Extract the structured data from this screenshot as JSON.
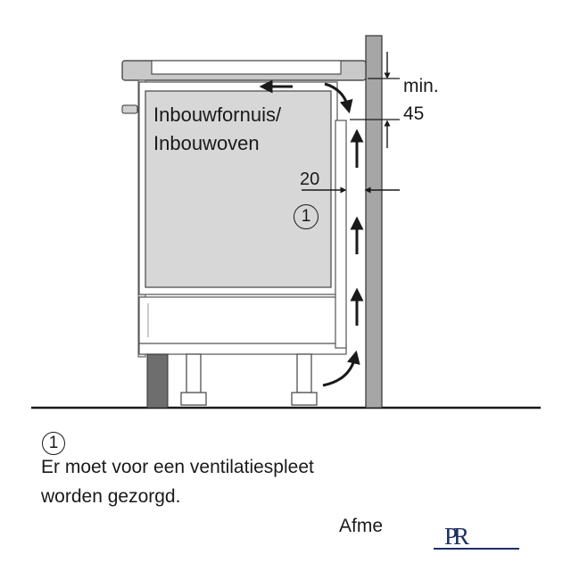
{
  "labels": {
    "oven_line_1": "Inbouwfornuis/",
    "oven_line_2": "Inbouwoven",
    "gap_value": "20",
    "callout": "1",
    "min_label": "min.",
    "min_value": "45",
    "note_callout": "1",
    "note_line_1": "Er moet voor een ventilatiespleet",
    "note_line_2": "worden gezorgd.",
    "afme": "Afme",
    "logo": "PR"
  },
  "icons": [
    "arrow-up-icon",
    "arrow-left-icon",
    "curved-arrow-icon"
  ],
  "colors": {
    "wall": "#a6a6a6",
    "oven_body": "#d7d7d7",
    "logo": "#1c2f66"
  }
}
